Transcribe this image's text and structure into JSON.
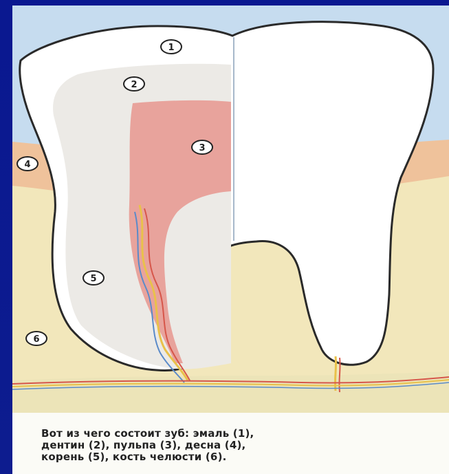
{
  "diagram": {
    "labels": [
      {
        "id": "enamel",
        "number": "1"
      },
      {
        "id": "dentin",
        "number": "2"
      },
      {
        "id": "pulp",
        "number": "3"
      },
      {
        "id": "gum",
        "number": "4"
      },
      {
        "id": "root",
        "number": "5"
      },
      {
        "id": "jaw-bone",
        "number": "6"
      }
    ],
    "colors": {
      "background": "#0b1a8c",
      "sky": "#c6dcef",
      "gum": "#efc29b",
      "bone": "#f2e7bb",
      "enamel": "#ffffff",
      "dentin": "#eceae6",
      "pulp": "#e8a39c",
      "outline": "#2a2a2a"
    }
  },
  "caption": {
    "line1": "Вот из чего состоит зуб: эмаль (1),",
    "line2": "дентин (2), пульпа (3), десна (4),",
    "line3": "корень (5), кость челюсти (6)."
  }
}
